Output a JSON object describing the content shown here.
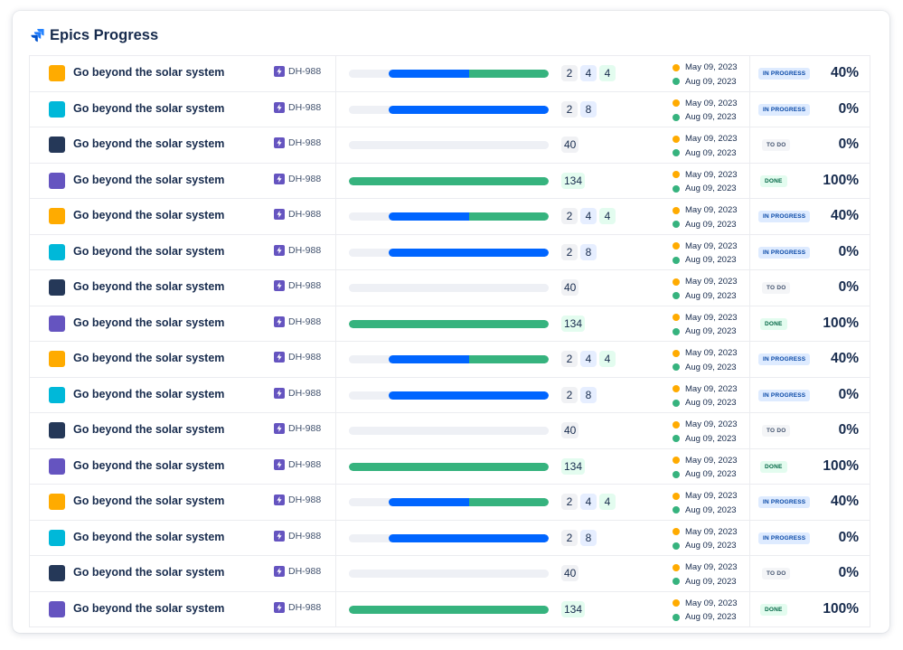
{
  "header": {
    "title": "Epics Progress",
    "logo_icon": "jira-logo-icon"
  },
  "colors": {
    "orange": "#FFAB00",
    "cyan": "#00B8D9",
    "navy": "#253858",
    "purple": "#6554C0",
    "blue": "#0065FF",
    "green": "#36B37E",
    "track": "#EEF0F5"
  },
  "rows": [
    {
      "name": "Go beyond the solar system",
      "key": "DH-988",
      "color": "#FFAB00",
      "progress": {
        "todo": 2,
        "inprogress": 4,
        "done": 4
      },
      "counts": [
        "2",
        "4",
        "4"
      ],
      "start": "May 09, 2023",
      "end": "Aug 09, 2023",
      "status": "IN PROGRESS",
      "status_type": "inprog",
      "percent": "40%"
    },
    {
      "name": "Go beyond the solar system",
      "key": "DH-988",
      "color": "#00B8D9",
      "progress": {
        "todo": 2,
        "inprogress": 8,
        "done": 0
      },
      "counts": [
        "2",
        "8"
      ],
      "start": "May 09, 2023",
      "end": "Aug 09, 2023",
      "status": "IN PROGRESS",
      "status_type": "inprog",
      "percent": "0%"
    },
    {
      "name": "Go beyond the solar system",
      "key": "DH-988",
      "color": "#253858",
      "progress": {
        "todo": 40,
        "inprogress": 0,
        "done": 0
      },
      "counts": [
        "40"
      ],
      "start": "May 09, 2023",
      "end": "Aug 09, 2023",
      "status": "TO DO",
      "status_type": "todo",
      "percent": "0%"
    },
    {
      "name": "Go beyond the solar system",
      "key": "DH-988",
      "color": "#6554C0",
      "progress": {
        "todo": 0,
        "inprogress": 0,
        "done": 134
      },
      "counts": [
        "134"
      ],
      "start": "May 09, 2023",
      "end": "Aug 09, 2023",
      "status": "DONE",
      "status_type": "done",
      "percent": "100%"
    },
    {
      "name": "Go beyond the solar system",
      "key": "DH-988",
      "color": "#FFAB00",
      "progress": {
        "todo": 2,
        "inprogress": 4,
        "done": 4
      },
      "counts": [
        "2",
        "4",
        "4"
      ],
      "start": "May 09, 2023",
      "end": "Aug 09, 2023",
      "status": "IN PROGRESS",
      "status_type": "inprog",
      "percent": "40%"
    },
    {
      "name": "Go beyond the solar system",
      "key": "DH-988",
      "color": "#00B8D9",
      "progress": {
        "todo": 2,
        "inprogress": 8,
        "done": 0
      },
      "counts": [
        "2",
        "8"
      ],
      "start": "May 09, 2023",
      "end": "Aug 09, 2023",
      "status": "IN PROGRESS",
      "status_type": "inprog",
      "percent": "0%"
    },
    {
      "name": "Go beyond the solar system",
      "key": "DH-988",
      "color": "#253858",
      "progress": {
        "todo": 40,
        "inprogress": 0,
        "done": 0
      },
      "counts": [
        "40"
      ],
      "start": "May 09, 2023",
      "end": "Aug 09, 2023",
      "status": "TO DO",
      "status_type": "todo",
      "percent": "0%"
    },
    {
      "name": "Go beyond the solar system",
      "key": "DH-988",
      "color": "#6554C0",
      "progress": {
        "todo": 0,
        "inprogress": 0,
        "done": 134
      },
      "counts": [
        "134"
      ],
      "start": "May 09, 2023",
      "end": "Aug 09, 2023",
      "status": "DONE",
      "status_type": "done",
      "percent": "100%"
    },
    {
      "name": "Go beyond the solar system",
      "key": "DH-988",
      "color": "#FFAB00",
      "progress": {
        "todo": 2,
        "inprogress": 4,
        "done": 4
      },
      "counts": [
        "2",
        "4",
        "4"
      ],
      "start": "May 09, 2023",
      "end": "Aug 09, 2023",
      "status": "IN PROGRESS",
      "status_type": "inprog",
      "percent": "40%"
    },
    {
      "name": "Go beyond the solar system",
      "key": "DH-988",
      "color": "#00B8D9",
      "progress": {
        "todo": 2,
        "inprogress": 8,
        "done": 0
      },
      "counts": [
        "2",
        "8"
      ],
      "start": "May 09, 2023",
      "end": "Aug 09, 2023",
      "status": "IN PROGRESS",
      "status_type": "inprog",
      "percent": "0%"
    },
    {
      "name": "Go beyond the solar system",
      "key": "DH-988",
      "color": "#253858",
      "progress": {
        "todo": 40,
        "inprogress": 0,
        "done": 0
      },
      "counts": [
        "40"
      ],
      "start": "May 09, 2023",
      "end": "Aug 09, 2023",
      "status": "TO DO",
      "status_type": "todo",
      "percent": "0%"
    },
    {
      "name": "Go beyond the solar system",
      "key": "DH-988",
      "color": "#6554C0",
      "progress": {
        "todo": 0,
        "inprogress": 0,
        "done": 134
      },
      "counts": [
        "134"
      ],
      "start": "May 09, 2023",
      "end": "Aug 09, 2023",
      "status": "DONE",
      "status_type": "done",
      "percent": "100%"
    },
    {
      "name": "Go beyond the solar system",
      "key": "DH-988",
      "color": "#FFAB00",
      "progress": {
        "todo": 2,
        "inprogress": 4,
        "done": 4
      },
      "counts": [
        "2",
        "4",
        "4"
      ],
      "start": "May 09, 2023",
      "end": "Aug 09, 2023",
      "status": "IN PROGRESS",
      "status_type": "inprog",
      "percent": "40%"
    },
    {
      "name": "Go beyond the solar system",
      "key": "DH-988",
      "color": "#00B8D9",
      "progress": {
        "todo": 2,
        "inprogress": 8,
        "done": 0
      },
      "counts": [
        "2",
        "8"
      ],
      "start": "May 09, 2023",
      "end": "Aug 09, 2023",
      "status": "IN PROGRESS",
      "status_type": "inprog",
      "percent": "0%"
    },
    {
      "name": "Go beyond the solar system",
      "key": "DH-988",
      "color": "#253858",
      "progress": {
        "todo": 40,
        "inprogress": 0,
        "done": 0
      },
      "counts": [
        "40"
      ],
      "start": "May 09, 2023",
      "end": "Aug 09, 2023",
      "status": "TO DO",
      "status_type": "todo",
      "percent": "0%"
    },
    {
      "name": "Go beyond the solar system",
      "key": "DH-988",
      "color": "#6554C0",
      "progress": {
        "todo": 0,
        "inprogress": 0,
        "done": 134
      },
      "counts": [
        "134"
      ],
      "start": "May 09, 2023",
      "end": "Aug 09, 2023",
      "status": "DONE",
      "status_type": "done",
      "percent": "100%"
    }
  ]
}
